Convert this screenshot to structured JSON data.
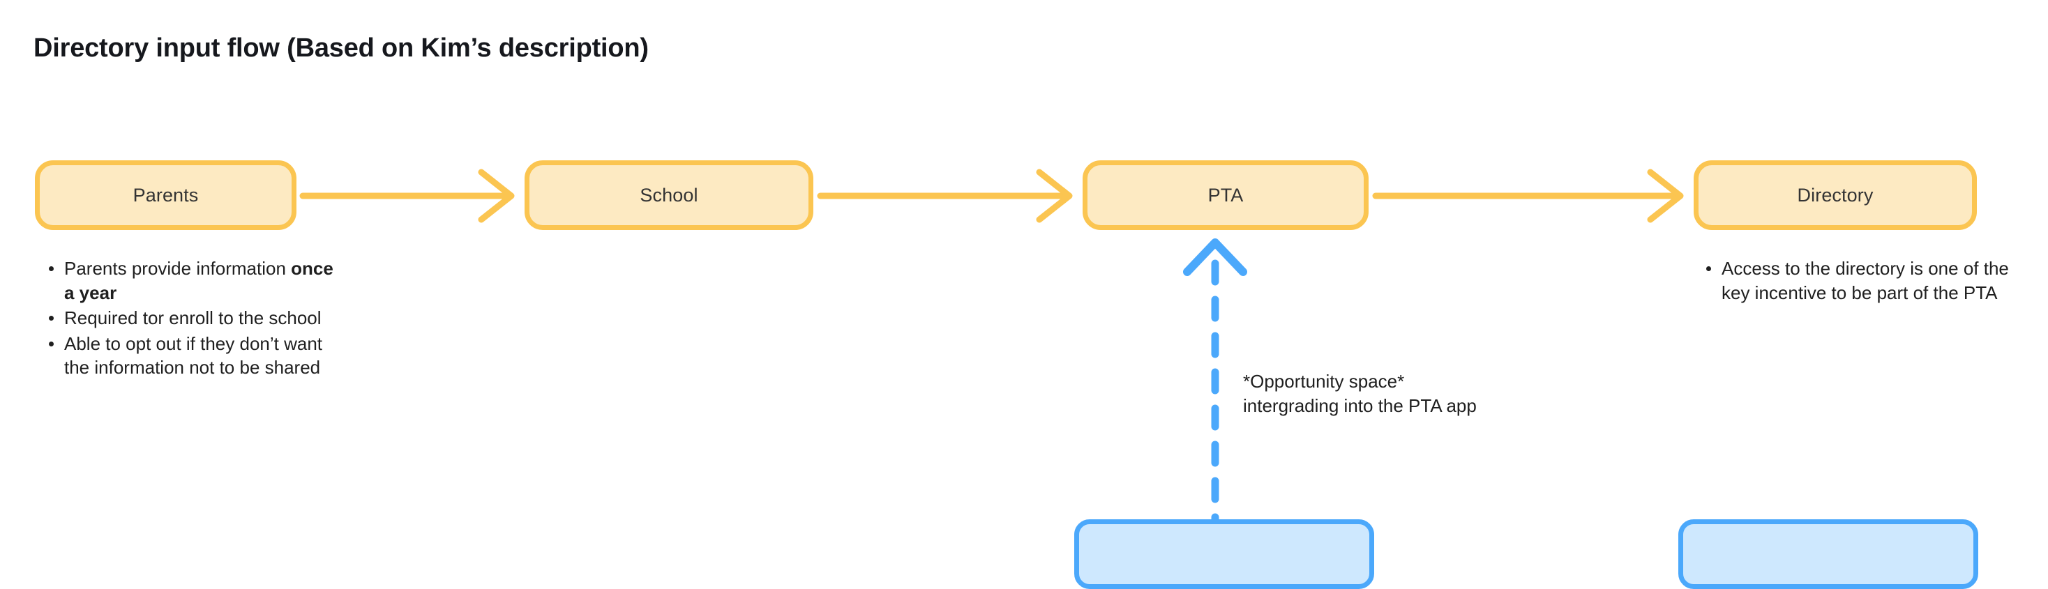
{
  "page": {
    "title": "Directory input flow (Based on Kim’s description)",
    "background_color": "#ffffff"
  },
  "theme": {
    "node_fill": "#fdeac2",
    "node_border": "#fbc551",
    "connector": "#fbc551",
    "accent_blue": "#4ba8fb",
    "blue_fill": "#cee8fe",
    "text_color": "#1f1f1f"
  },
  "flow": {
    "nodes": [
      {
        "id": "parents",
        "label": "Parents"
      },
      {
        "id": "school",
        "label": "School"
      },
      {
        "id": "pta",
        "label": "PTA"
      },
      {
        "id": "directory",
        "label": "Directory"
      }
    ],
    "connectors": [
      {
        "from": "parents",
        "to": "school",
        "style": "solid",
        "color": "#fbc551",
        "direction": "right"
      },
      {
        "from": "school",
        "to": "pta",
        "style": "solid",
        "color": "#fbc551",
        "direction": "right"
      },
      {
        "from": "pta",
        "to": "directory",
        "style": "solid",
        "color": "#fbc551",
        "direction": "right"
      },
      {
        "from": "pta-app",
        "to": "pta",
        "style": "dashed",
        "color": "#4ba8fb",
        "direction": "up"
      }
    ]
  },
  "notes": {
    "parents": {
      "bullets": [
        {
          "prefix": "Parents provide information ",
          "bold": "once a year",
          "suffix": ""
        },
        {
          "prefix": "Required tor enroll to the school",
          "bold": "",
          "suffix": ""
        },
        {
          "prefix": "Able to opt out if they don’t want the information not to be shared",
          "bold": "",
          "suffix": ""
        }
      ]
    },
    "directory": {
      "bullets": [
        {
          "prefix": "Access to the directory is one of the key incentive to be part of the PTA",
          "bold": "",
          "suffix": ""
        }
      ]
    }
  },
  "annotation": {
    "line1": "*Opportunity space*",
    "line2": "intergrading into the PTA app"
  },
  "partial_boxes": [
    {
      "id": "blue-box-pta-app",
      "label": ""
    },
    {
      "id": "blue-box-directory",
      "label": ""
    }
  ]
}
